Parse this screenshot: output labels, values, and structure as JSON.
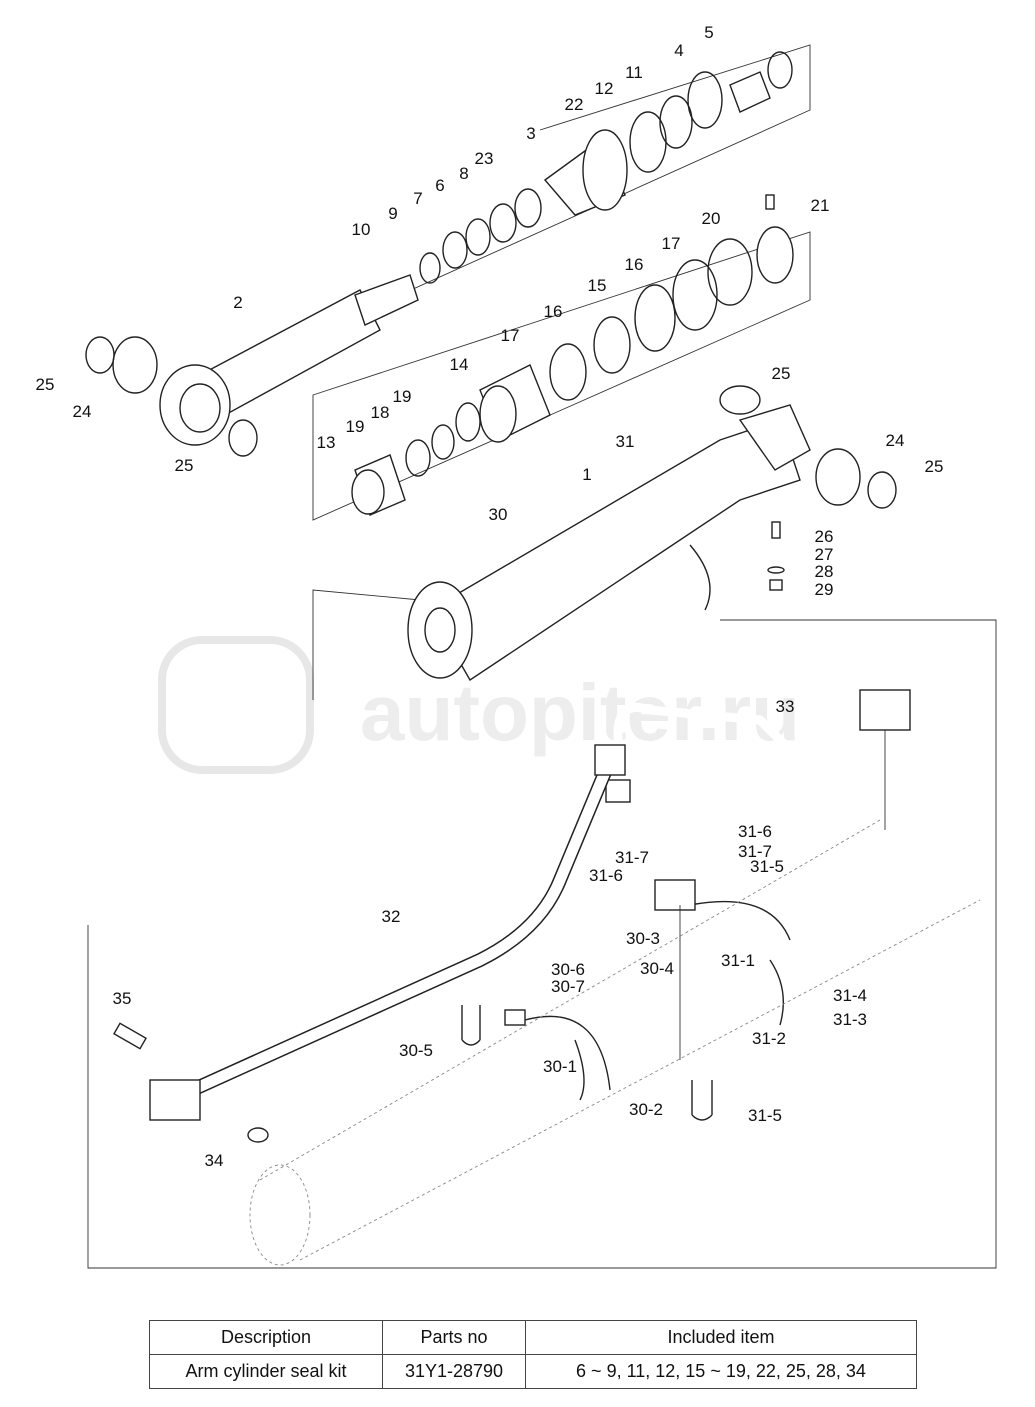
{
  "watermark": "autopiter.ru",
  "callouts": [
    "5",
    "4",
    "11",
    "12",
    "22",
    "3",
    "23",
    "8",
    "6",
    "7",
    "9",
    "10",
    "21",
    "20",
    "17",
    "16",
    "15",
    "16",
    "17",
    "14",
    "2",
    "25",
    "24",
    "25",
    "25",
    "19",
    "18",
    "19",
    "13",
    "31",
    "24",
    "25",
    "1",
    "30",
    "26",
    "27",
    "28",
    "29",
    "33",
    "31-6",
    "31-7",
    "31-7",
    "31-5",
    "31-6",
    "32",
    "30-3",
    "30-4",
    "30-6",
    "30-7",
    "31-1",
    "35",
    "31-4",
    "31-3",
    "31-2",
    "30-5",
    "30-1",
    "30-2",
    "31-5",
    "34"
  ],
  "table": {
    "headers": [
      "Description",
      "Parts no",
      "Included item"
    ],
    "rows": [
      [
        "Arm cylinder seal kit",
        "31Y1-28790",
        "6 ~ 9, 11, 12, 15 ~ 19, 22, 25, 28, 34"
      ]
    ]
  }
}
